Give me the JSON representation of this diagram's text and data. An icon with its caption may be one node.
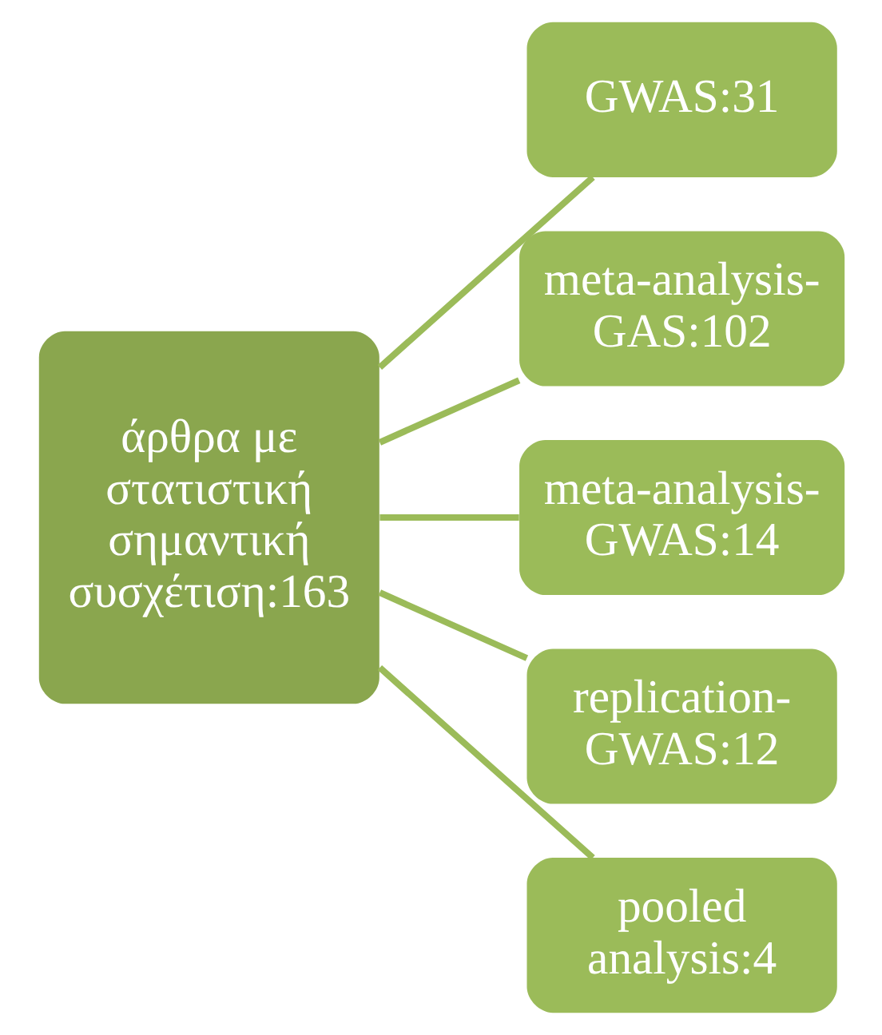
{
  "diagram": {
    "nodes": [
      {
        "text": [
          "άρθρα με στατιστική σημαντική συσχέτιση:163"
        ]
      },
      {
        "text": [
          "GWAS:31"
        ]
      },
      {
        "text": [
          "meta-analysis-GAS:102"
        ]
      },
      {
        "text": [
          "meta-analysis-GWAS:14"
        ]
      },
      {
        "text": [
          "replication-GWAS:12"
        ]
      },
      {
        "text": [
          "pooled analysis:4"
        ]
      }
    ],
    "edges": [
      {
        "from": 0,
        "to": 1,
        "arrow": "none"
      },
      {
        "from": 0,
        "to": 2,
        "arrow": "none"
      },
      {
        "from": 0,
        "to": 3,
        "arrow": "none"
      },
      {
        "from": 0,
        "to": 4,
        "arrow": "none"
      },
      {
        "from": 0,
        "to": 5,
        "arrow": "none"
      }
    ]
  }
}
